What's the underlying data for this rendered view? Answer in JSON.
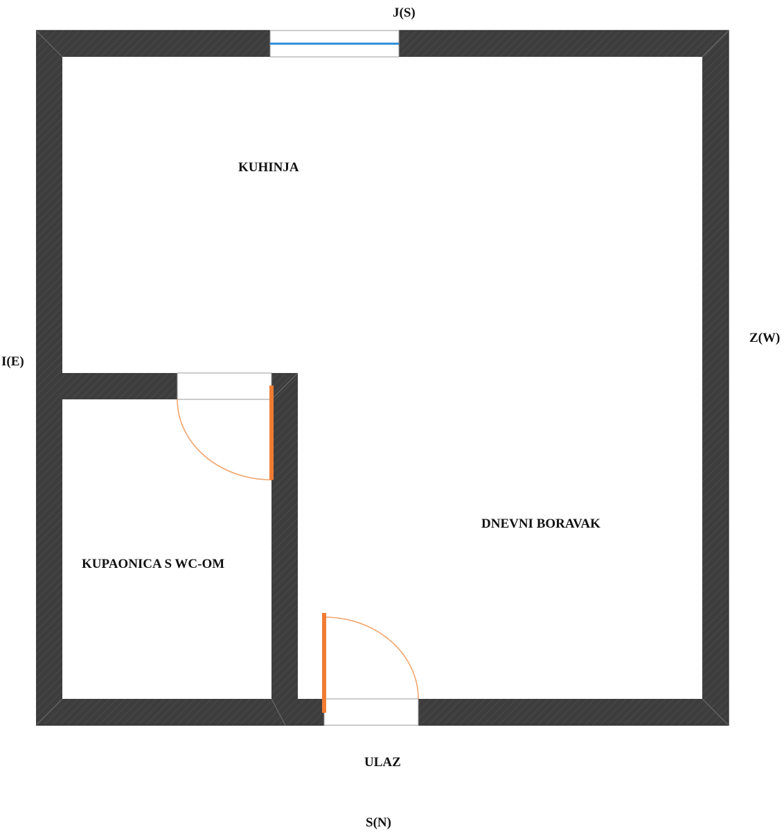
{
  "compass": {
    "north_bottom": "S(N)",
    "south_top": "J(S)",
    "east_left": "I(E)",
    "west_right": "Z(W)"
  },
  "rooms": {
    "kitchen": "KUHINJA",
    "living_room": "DNEVNI BORAVAK",
    "bathroom": "KUPAONICA S WC-OM"
  },
  "entrance_label": "ULAZ",
  "colors": {
    "wall": "#3d3d3d",
    "door": "#f07d33",
    "door_swing": "#f2a36a",
    "window_glass": "#2a8bd8"
  },
  "icons": {
    "window": "window-icon",
    "door": "door-icon"
  }
}
